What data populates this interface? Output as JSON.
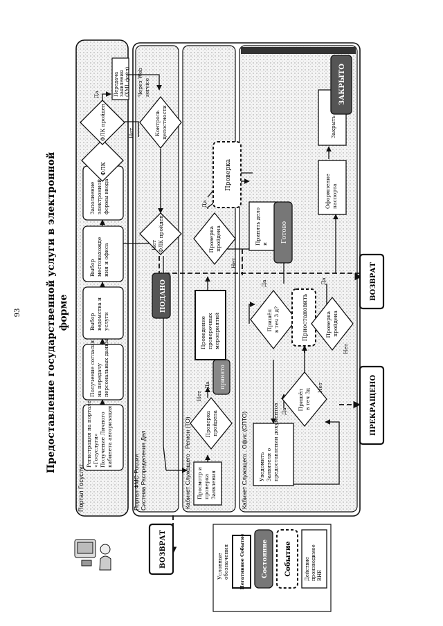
{
  "page": {
    "number": "93",
    "title_line1": "Предоставление государственной услуги в электронной",
    "title_line2": "форме"
  },
  "lanes": {
    "portal": "Портал Госуслуг",
    "fms": "Портал ФМС России",
    "sed": "Система Распределения Дел",
    "region": "Кабинет Служащего . Регион (ТО)",
    "office": "Кабинет Служащего . Офис (СПТО)"
  },
  "nodes": {
    "registration": [
      "Регистрация на портале",
      "«Госуслуги»",
      "Получение Личного",
      "кабинета авторизация"
    ],
    "consent": [
      "Получение согласия",
      "на передачу",
      "персональных данных"
    ],
    "select_agency": [
      "Выбор",
      "ведомства и",
      "услуги"
    ],
    "select_location": [
      "Выбор",
      "местонахожде",
      "ния и офиса"
    ],
    "fill_form": [
      "Заполнение",
      "электронной",
      "формы ввода"
    ],
    "flk": [
      "ФЛК"
    ],
    "flk_passed_top": [
      "ФЛК пройден"
    ],
    "send_xml": [
      "Передача",
      "заявления",
      "(XML файл)"
    ],
    "web_service": [
      "Через Web",
      "service"
    ],
    "integrity": [
      "Контроль",
      "целостности"
    ],
    "flk_passed_mid": [
      "ФЛК пройден"
    ],
    "view_check": [
      "Просмотр и",
      "проверка",
      "Заявления"
    ],
    "check_passed_1": [
      "Проверка",
      "пройдена"
    ],
    "checks_measures": [
      "Проведение",
      "проверочных",
      "мероприятий"
    ],
    "check_passed_2": [
      "Проверка",
      "пройдена"
    ],
    "accept_docs": [
      "Принять дело",
      "и"
    ],
    "came_3d_1": [
      "Пришёл",
      "в теч 3 д?"
    ],
    "came_3d_2": [
      "Пришёл",
      "в теч 3д"
    ],
    "notify": [
      "Уведомить",
      "Заявителя о",
      "предоставлении документов"
    ],
    "check_passed_3": [
      "Проверка",
      "пройдена"
    ],
    "issue_passport": [
      "Оформление",
      "паспорта"
    ],
    "close_case": [
      "Закрыть дело"
    ]
  },
  "states": {
    "submitted": "ПОДАНО",
    "accepted": "принято",
    "ready": "Готово",
    "closed": "ЗАКРЫТО"
  },
  "events": {
    "check": "Проверка",
    "suspend": "Приостановить"
  },
  "terminals": {
    "return_mid": "ВОЗВРАТ",
    "terminated": "ПРЕКРАЩЕНО",
    "return_left": "ВОЗВРАТ"
  },
  "labels": {
    "yes": "Да",
    "no": "Нет"
  },
  "legend": {
    "title": [
      "Условные",
      "обозначения"
    ],
    "negative": "Негативное Событие",
    "state": "Состояние",
    "event": "Событие",
    "action": [
      "Действие",
      "производимое",
      "ВНЕ"
    ]
  }
}
